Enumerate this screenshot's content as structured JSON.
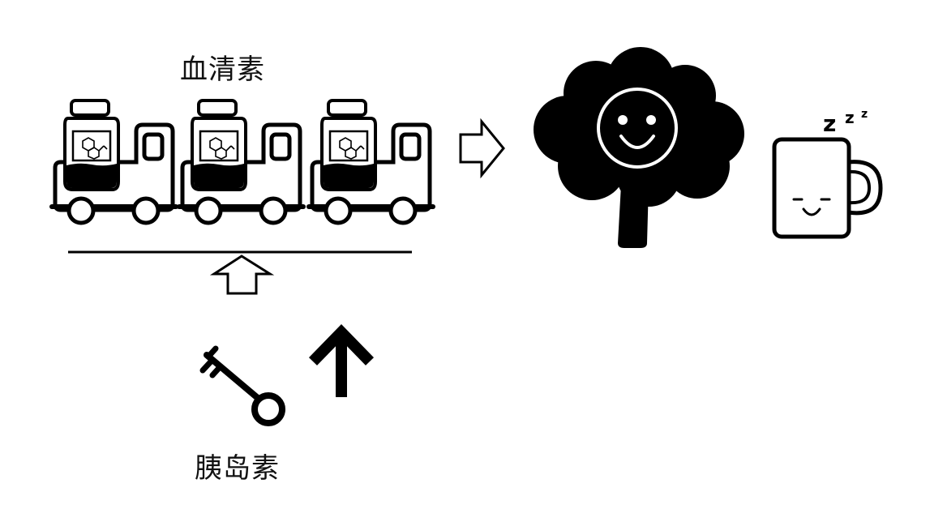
{
  "labels": {
    "serotonin": "血清素",
    "insulin": "胰岛素"
  },
  "sleep_text": {
    "big": "z",
    "mid": "z",
    "small": "z"
  },
  "colors": {
    "ink": "#000000",
    "paper": "#ffffff"
  },
  "icons": {
    "truck": "truck-icon",
    "jar": "jar-icon",
    "molecule": "molecule-icon",
    "hollow_arrow_right": "hollow-arrow-right-icon",
    "hollow_arrow_up": "hollow-arrow-up-icon",
    "solid_arrow_up": "solid-arrow-up-icon",
    "key": "key-icon",
    "brain": "brain-icon",
    "smiley": "smiley-face-icon",
    "mug": "sleepy-mug-icon"
  }
}
